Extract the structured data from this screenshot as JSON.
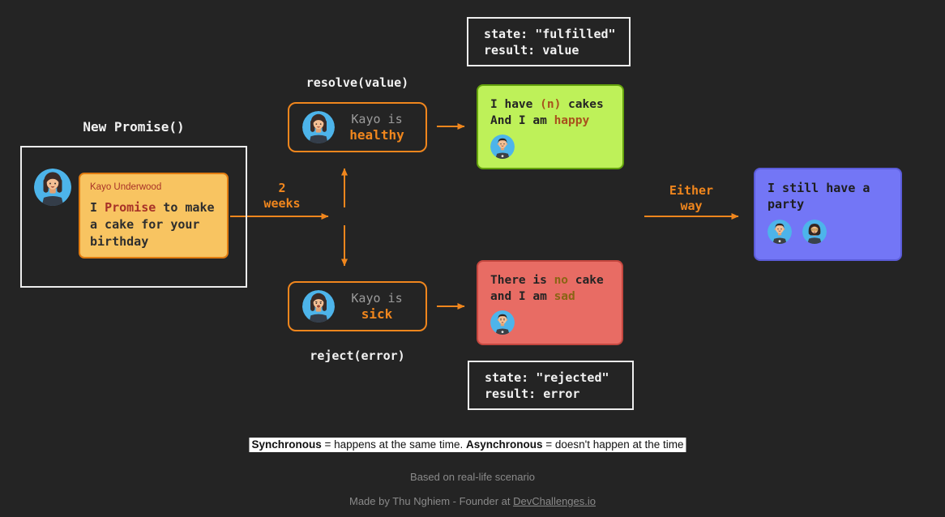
{
  "colors": {
    "background": "#242424",
    "accent": "#f0861d",
    "muted": "#9b9b9b",
    "white_line": "#ededed",
    "green_bg": "#bef159",
    "green_border": "#65a30d",
    "green_accent": "#a8511c",
    "red_bg": "#e86c64",
    "red_border": "#c4473f",
    "red_accent": "#8a6414",
    "blue_bg": "#7376f6",
    "blue_border": "#5b5cd9",
    "card_bg": "#f8c461",
    "card_border": "#e07b10",
    "card_accent": "#a83228",
    "highlight_bg": "#ffffff",
    "highlight_text": "#111111",
    "footnote": "#8a8a8a"
  },
  "promise": {
    "title": "New Promise()",
    "card_name": "Kayo Underwood",
    "body_pre": "I ",
    "body_accent": "Promise",
    "body_post": " to make a cake for your birthday"
  },
  "duration": {
    "line1": "2",
    "line2": "weeks"
  },
  "either": {
    "line1": "Either",
    "line2": "way"
  },
  "resolve": {
    "label": "resolve(value)",
    "subject_pre": "Kayo is",
    "subject_accent": "healthy"
  },
  "reject": {
    "label": "reject(error)",
    "subject_pre": "Kayo is",
    "subject_accent": "sick"
  },
  "fulfilled_state": {
    "line1": "state: \"fulfilled\"",
    "line2": "result: value"
  },
  "rejected_state": {
    "line1": "state: \"rejected\"",
    "line2": "result: error"
  },
  "fulfilled_result": {
    "line1_pre": "I have ",
    "line1_accent": "(n)",
    "line1_post": " cakes",
    "line2_pre": "And I am ",
    "line2_accent": "happy"
  },
  "rejected_result": {
    "line1_pre": "There is ",
    "line1_accent": "no",
    "line1_post": " cake",
    "line2_pre": "and I am ",
    "line2_accent": "sad"
  },
  "party": {
    "text": "I still have a party"
  },
  "footer": {
    "sync_bold": "Synchronous",
    "sync_rest": " = happens at the same time. ",
    "async_bold": "Asynchronous",
    "async_rest": " = doesn't happen at the time",
    "based_on": "Based on real-life scenario",
    "credit_pre": "Made by Thu Nghiem - Founder at ",
    "credit_link": "DevChallenges.io"
  }
}
